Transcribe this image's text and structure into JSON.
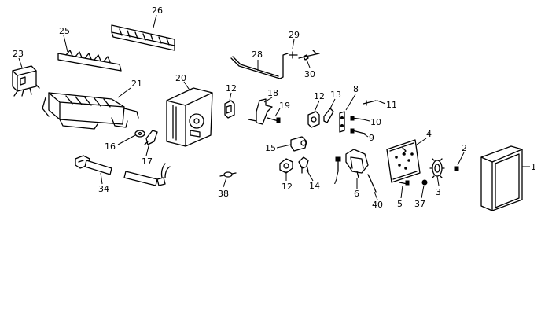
{
  "diagram": {
    "type": "exploded-parts",
    "callouts": [
      {
        "id": "1",
        "text": "1"
      },
      {
        "id": "2",
        "text": "2"
      },
      {
        "id": "3",
        "text": "3"
      },
      {
        "id": "4",
        "text": "4"
      },
      {
        "id": "5",
        "text": "5"
      },
      {
        "id": "6",
        "text": "6"
      },
      {
        "id": "7",
        "text": "7"
      },
      {
        "id": "8",
        "text": "8"
      },
      {
        "id": "9",
        "text": "9"
      },
      {
        "id": "10",
        "text": "10"
      },
      {
        "id": "11",
        "text": "11"
      },
      {
        "id": "12a",
        "text": "12"
      },
      {
        "id": "12b",
        "text": "12"
      },
      {
        "id": "12c",
        "text": "12"
      },
      {
        "id": "13",
        "text": "13"
      },
      {
        "id": "14",
        "text": "14"
      },
      {
        "id": "15",
        "text": "15"
      },
      {
        "id": "16",
        "text": "16"
      },
      {
        "id": "17",
        "text": "17"
      },
      {
        "id": "18",
        "text": "18"
      },
      {
        "id": "19",
        "text": "19"
      },
      {
        "id": "20",
        "text": "20"
      },
      {
        "id": "21",
        "text": "21"
      },
      {
        "id": "23",
        "text": "23"
      },
      {
        "id": "25",
        "text": "25"
      },
      {
        "id": "26",
        "text": "26"
      },
      {
        "id": "28",
        "text": "28"
      },
      {
        "id": "29",
        "text": "29"
      },
      {
        "id": "30",
        "text": "30"
      },
      {
        "id": "34",
        "text": "34"
      },
      {
        "id": "37",
        "text": "37"
      },
      {
        "id": "38",
        "text": "38"
      },
      {
        "id": "40",
        "text": "40"
      }
    ]
  }
}
